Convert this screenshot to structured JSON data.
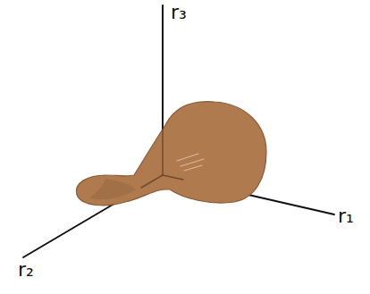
{
  "diagram": {
    "labels": [
      "r₃",
      "r₂",
      "r₁"
    ]
  }
}
